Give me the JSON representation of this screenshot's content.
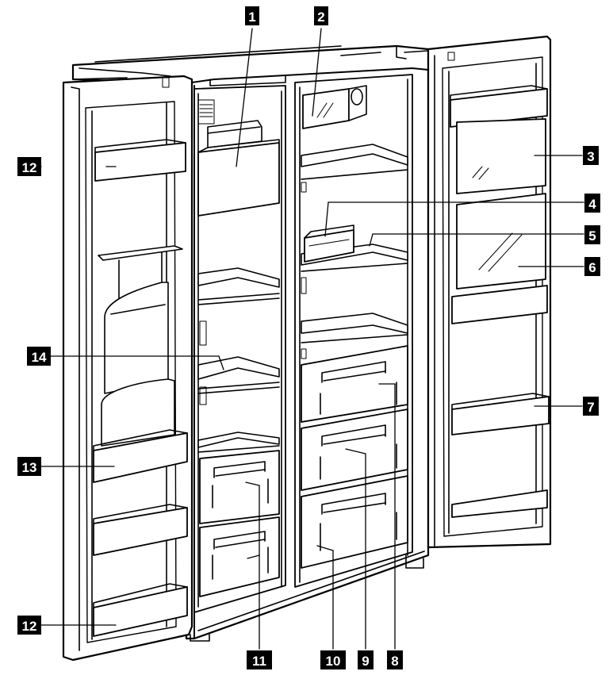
{
  "diagram": {
    "subject": "side-by-side-refrigerator-interior",
    "callouts": [
      {
        "id": "c1",
        "number": "1"
      },
      {
        "id": "c2",
        "number": "2"
      },
      {
        "id": "c3",
        "number": "3"
      },
      {
        "id": "c4",
        "number": "4"
      },
      {
        "id": "c5",
        "number": "5"
      },
      {
        "id": "c6",
        "number": "6"
      },
      {
        "id": "c7",
        "number": "7"
      },
      {
        "id": "c8",
        "number": "8"
      },
      {
        "id": "c9",
        "number": "9"
      },
      {
        "id": "c10",
        "number": "10"
      },
      {
        "id": "c11",
        "number": "11"
      },
      {
        "id": "c12a",
        "number": "12"
      },
      {
        "id": "c12b",
        "number": "12"
      },
      {
        "id": "c13",
        "number": "13"
      },
      {
        "id": "c14",
        "number": "14"
      }
    ],
    "colors": {
      "line": "#000000",
      "fill": "#ffffff",
      "label_box": "#000000",
      "label_text": "#ffffff"
    }
  }
}
